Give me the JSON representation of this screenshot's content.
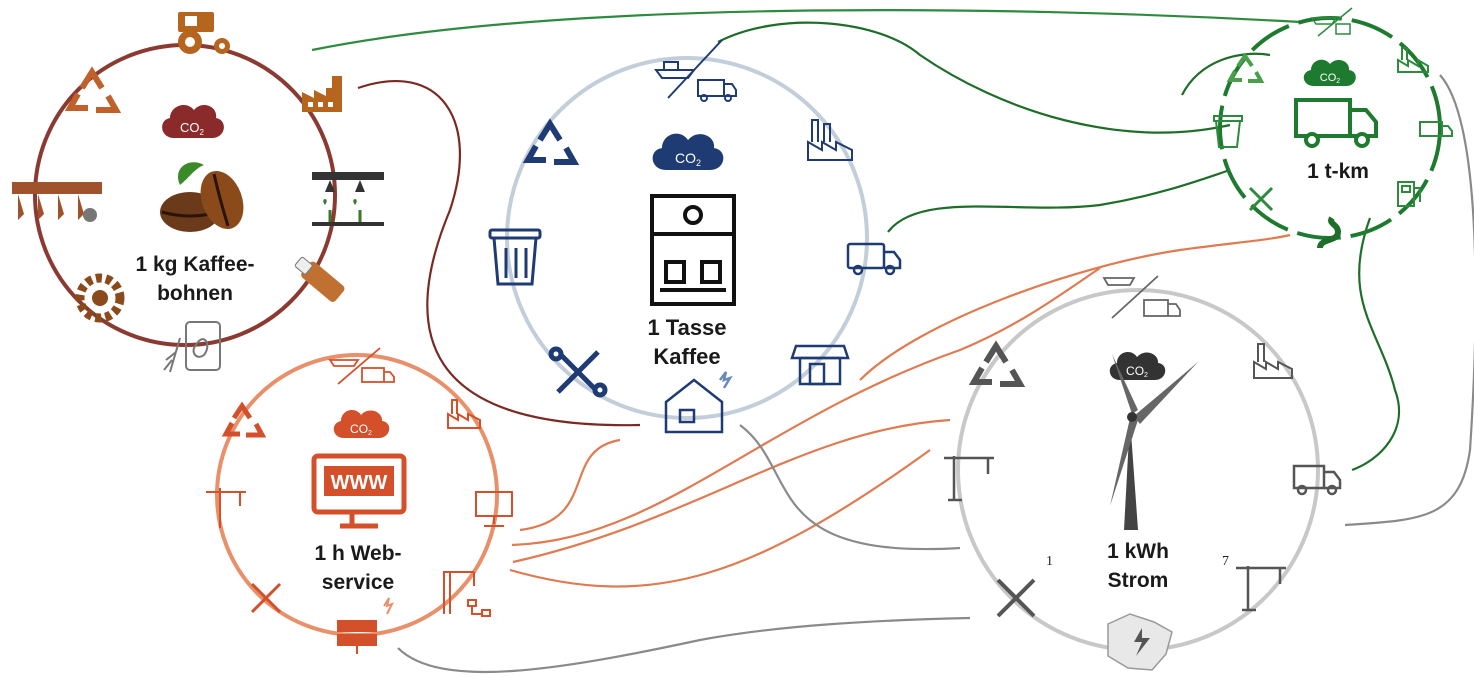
{
  "cycles": {
    "coffee_beans": {
      "label_line1": "1 kg Kaffee-",
      "label_line2": "bohnen",
      "color": "#8a3a30",
      "icon_color": "#8a4a1a"
    },
    "coffee_cup": {
      "label_line1": "1 Tasse",
      "label_line2": "Kaffee",
      "color": "#c3cedb",
      "icon_color": "#1f3b73"
    },
    "transport": {
      "label": "1 t-km",
      "color": "#1e7a2e",
      "icon_color": "#1e7a2e"
    },
    "webservice": {
      "label_line1": "1 h Web-",
      "label_line2": "service",
      "color": "#e8906a",
      "icon_color": "#d4502a"
    },
    "electricity": {
      "label_line1": "1 kWh",
      "label_line2": "Strom",
      "color": "#c8c8c8",
      "icon_color": "#555555"
    }
  },
  "co2_text": "CO",
  "co2_sub": "2",
  "www_text": "WWW",
  "footnotes": {
    "left": "1",
    "right": "7"
  }
}
